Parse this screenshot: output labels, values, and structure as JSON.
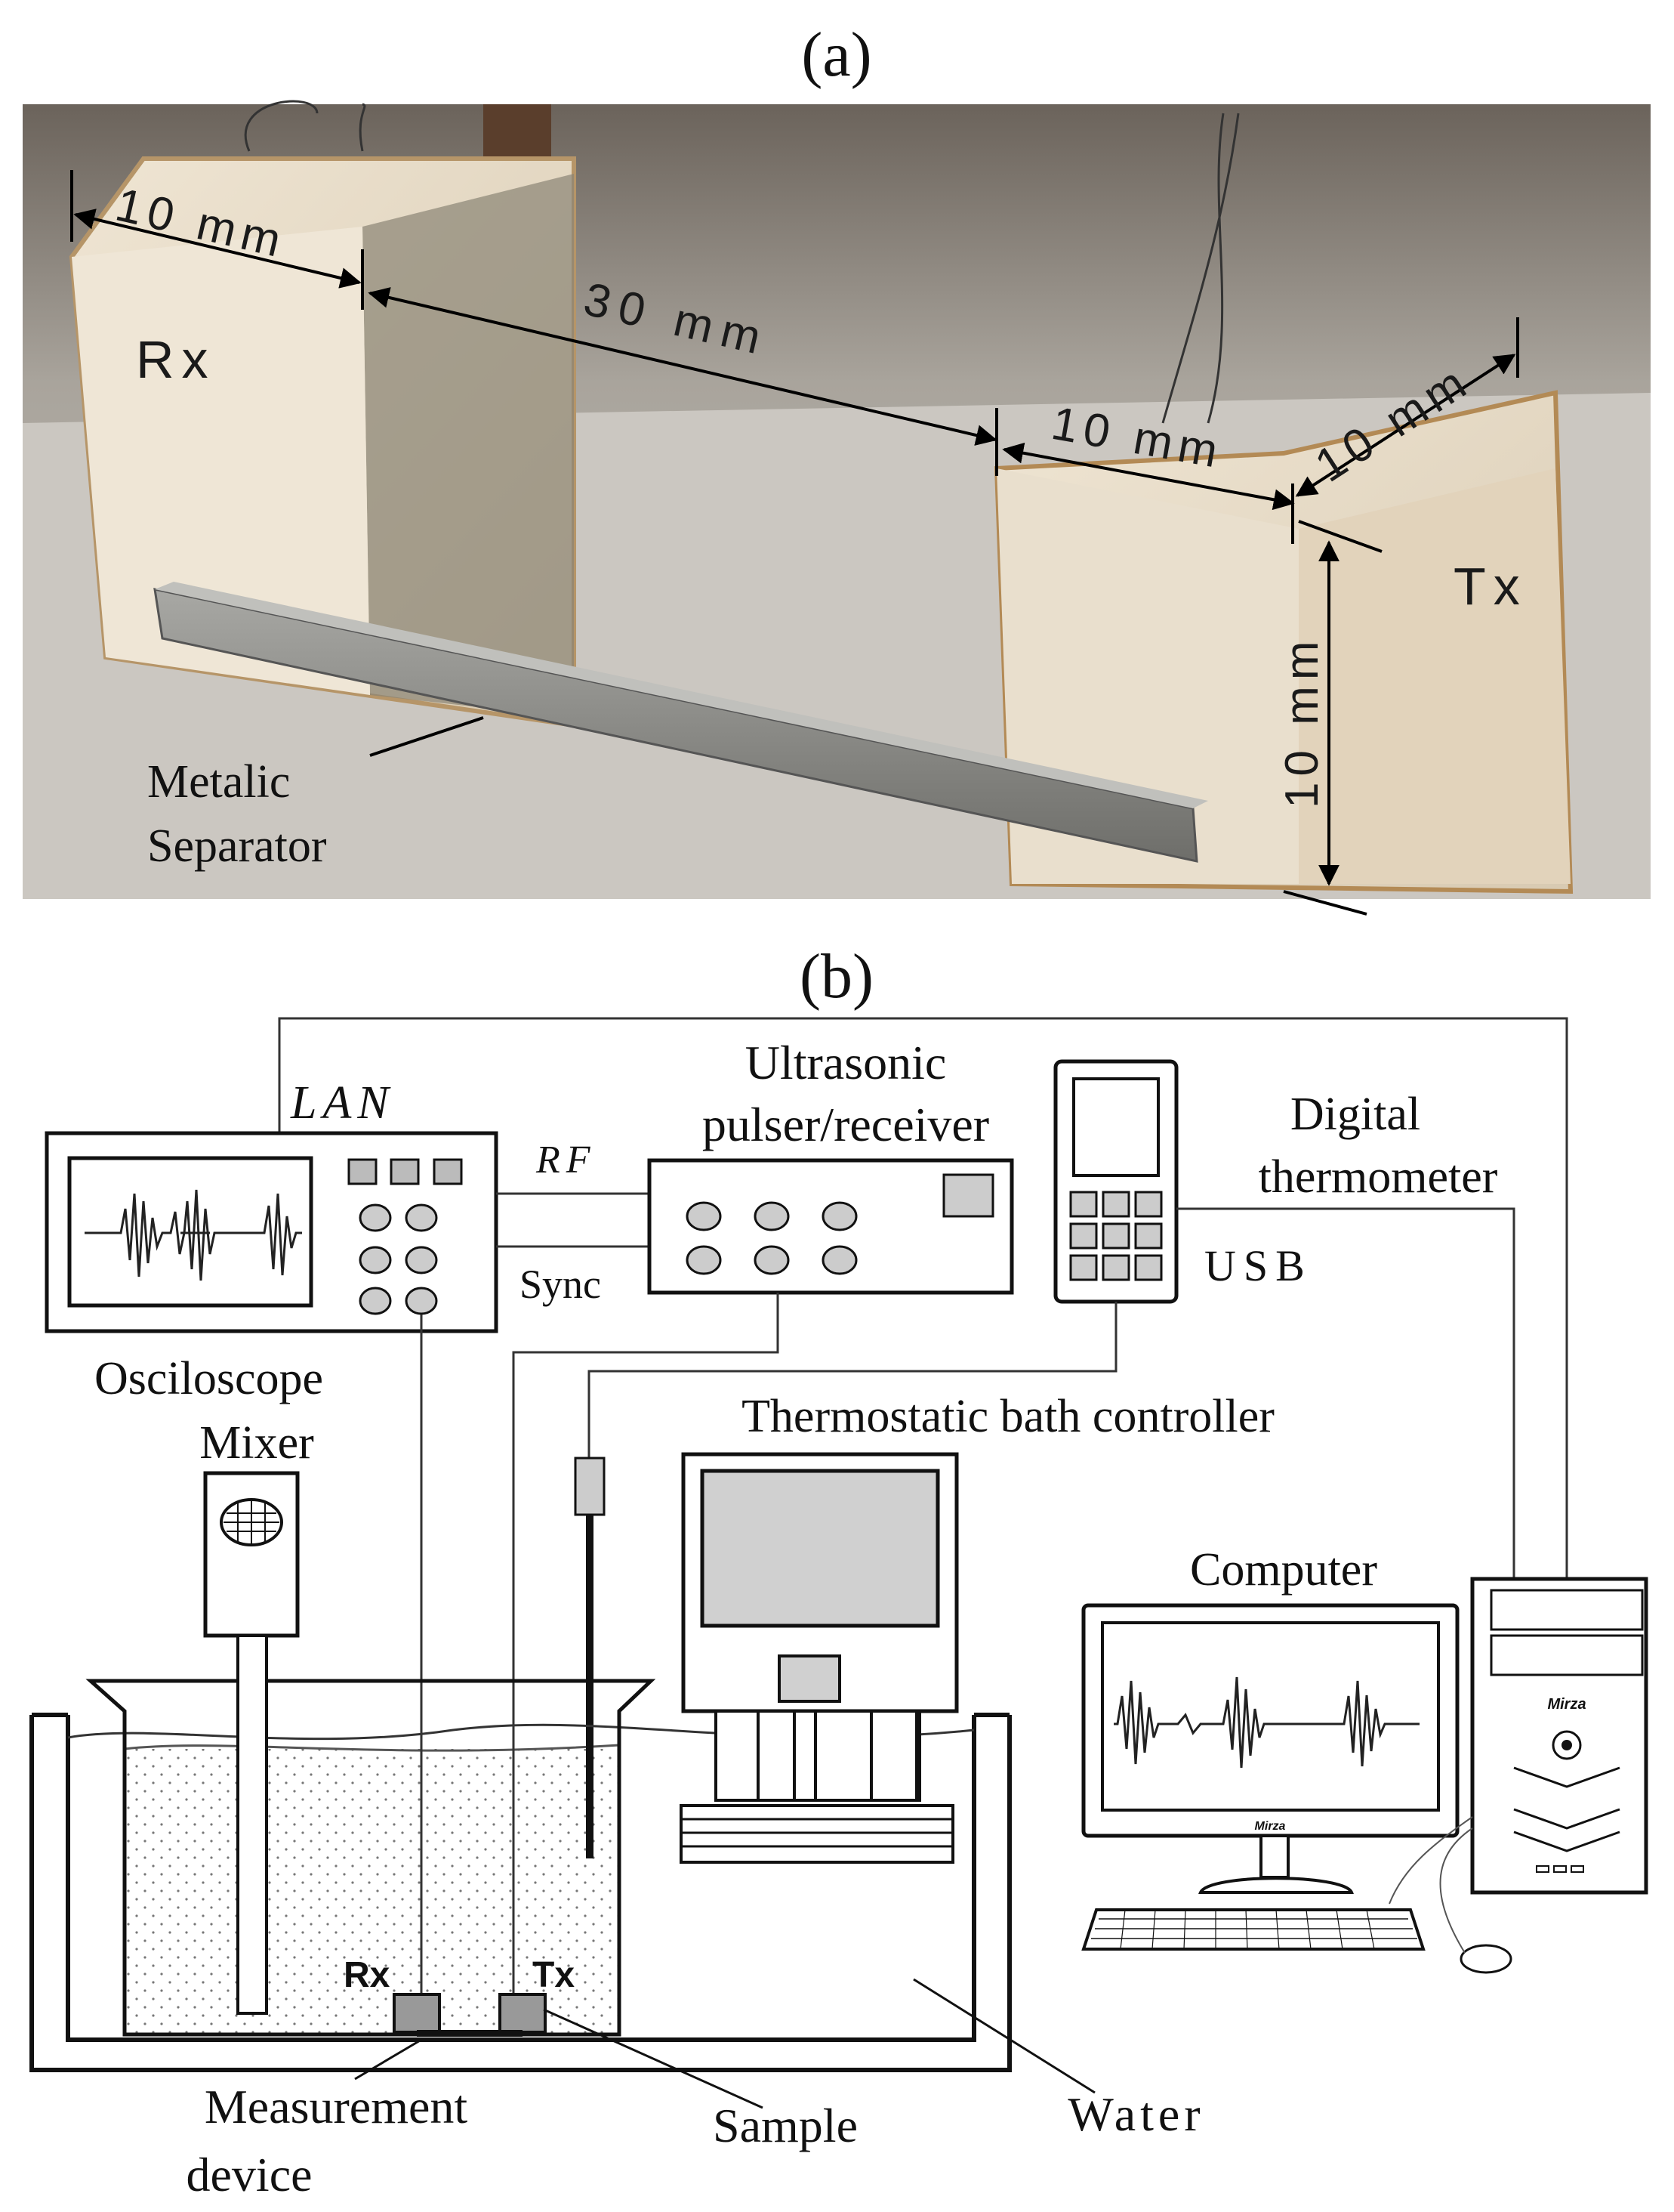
{
  "panel_a": {
    "label": "(a)",
    "rx": "Rx",
    "tx": "Tx",
    "dim_rx_width": "10 mm",
    "dim_gap": "30 mm",
    "dim_tx_width": "10 mm",
    "dim_tx_depth": "10 mm",
    "dim_tx_height": "10 mm",
    "separator_line1": "Metalic",
    "separator_line2": "Separator"
  },
  "panel_b": {
    "label": "(b)",
    "lan": "LAN",
    "rf": "RF",
    "sync": "Sync",
    "usb": "USB",
    "pulser_line1": "Ultrasonic",
    "pulser_line2": "pulser/receiver",
    "thermometer_line1": "Digital",
    "thermometer_line2": "thermometer",
    "oscilloscope": "Osciloscope",
    "mixer": "Mixer",
    "bath_controller": "Thermostatic bath controller",
    "computer": "Computer",
    "rx": "Rx",
    "tx": "Tx",
    "measurement_line1": "Measurement",
    "measurement_line2": "device",
    "sample": "Sample",
    "water": "Water",
    "brand": "Mirza"
  },
  "colors": {
    "photo_bg": "#b5b0a8",
    "cube": "#e8ddc9",
    "separator": "#8a8a86",
    "panel_grey": "#d0d0d0"
  }
}
